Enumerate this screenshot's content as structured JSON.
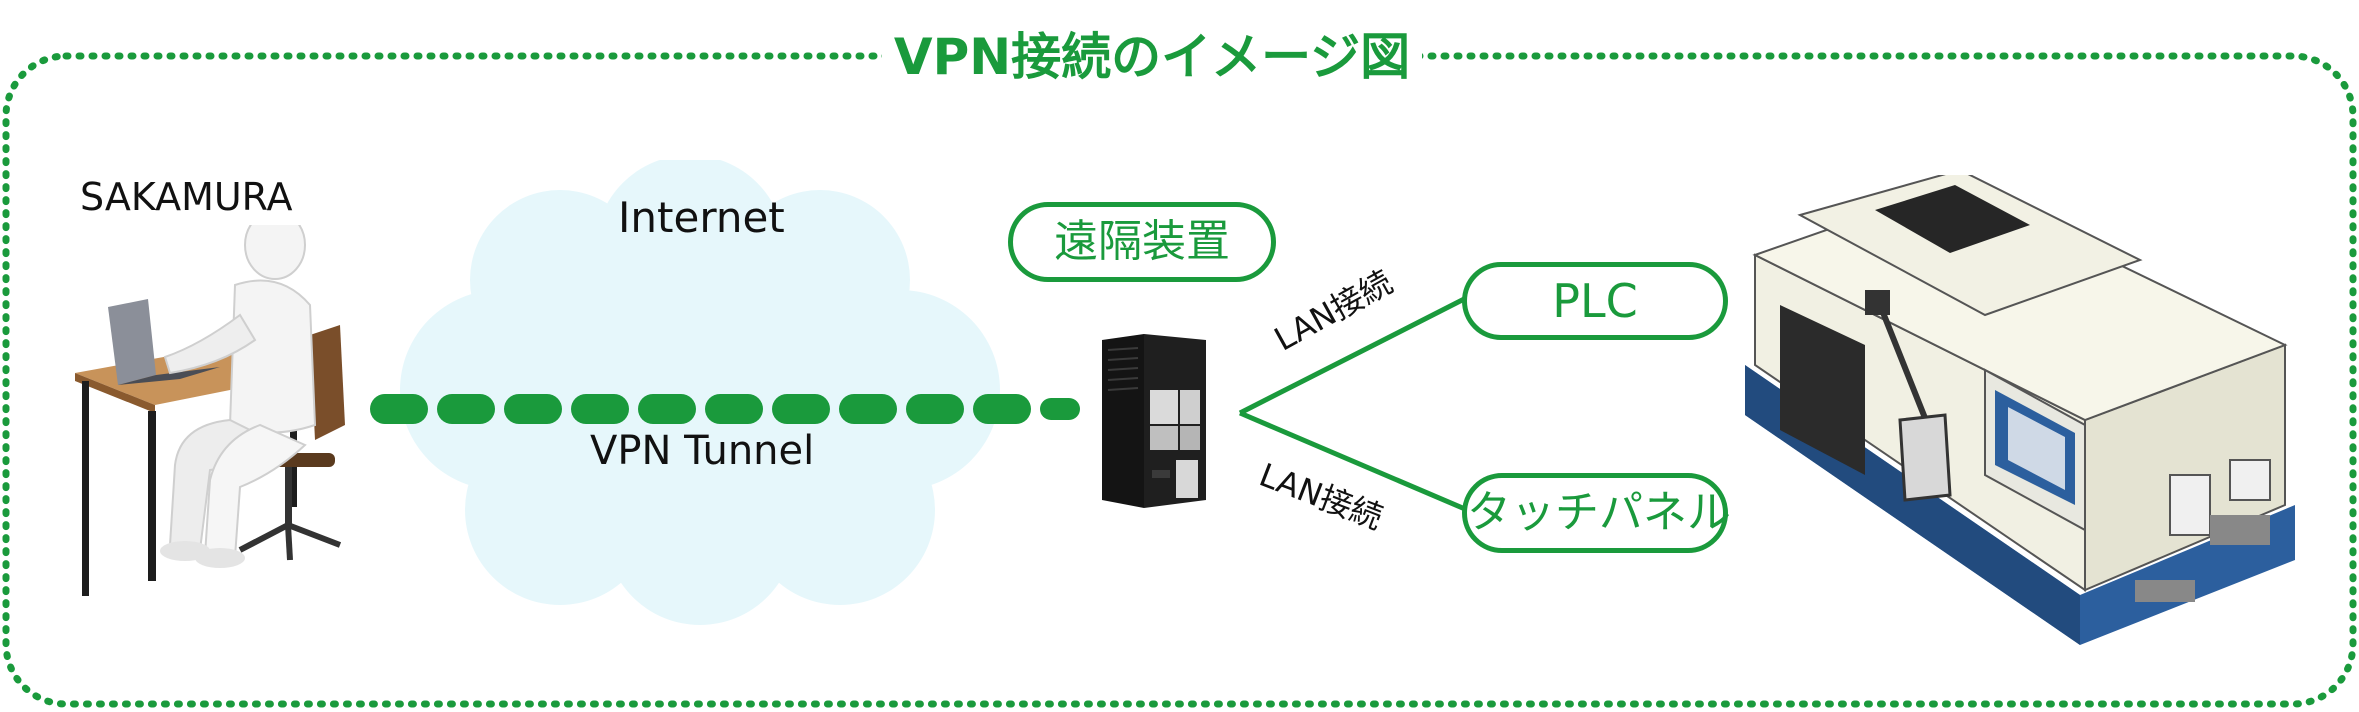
{
  "title": "VPN接続のイメージ図",
  "user_label": "SAKAMURA",
  "internet_label": "Internet",
  "tunnel_label": "VPN Tunnel",
  "remote_device_label": "遠隔装置",
  "lan_label_top": "LAN接続",
  "lan_label_bottom": "LAN接続",
  "plc_label": "PLC",
  "touch_panel_label": "タッチパネル",
  "colors": {
    "accent_green": "#1a9a3c",
    "cloud": "#e6f7fb",
    "machine_base": "#2c5f9e",
    "machine_body": "#f1f0e3"
  },
  "icons": [
    "person-at-desk-illustration",
    "router-icon",
    "machine-illustration"
  ]
}
